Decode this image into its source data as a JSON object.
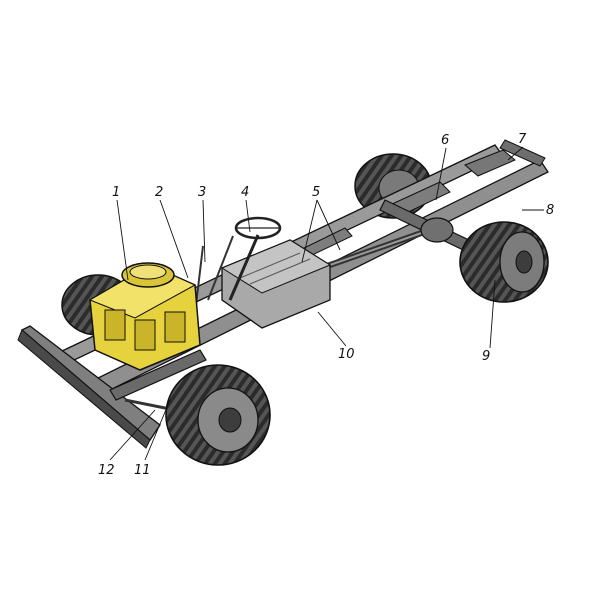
{
  "diagram": {
    "callouts": [
      "1",
      "2",
      "3",
      "4",
      "5",
      "6",
      "7",
      "8",
      "9",
      "10",
      "11",
      "12"
    ]
  },
  "colors": {
    "frame": "#8a8a8a",
    "frame_dark": "#3d3d3d",
    "tire": "#4a4a4a",
    "engine": "#e6d23c",
    "outline": "#111111",
    "background": "#ffffff"
  }
}
